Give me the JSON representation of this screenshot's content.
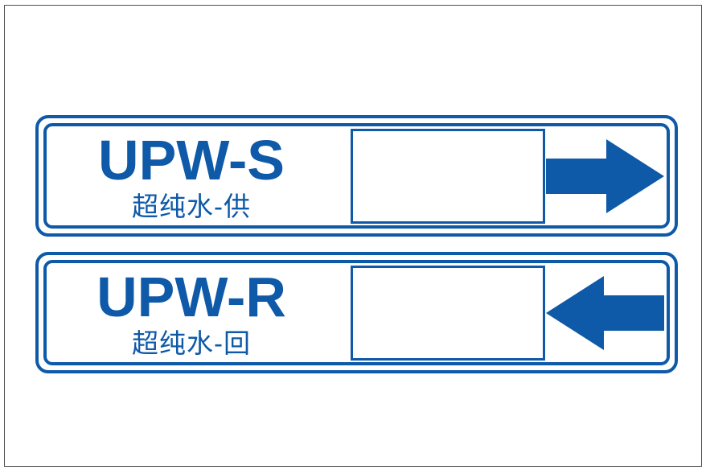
{
  "sheet": {
    "background": "#ffffff",
    "border_color": "#4d4d4d"
  },
  "colors": {
    "label_blue": "#0E59A8"
  },
  "labels": [
    {
      "code": "UPW-S",
      "chinese_name": "超纯水-供",
      "arrow_direction": "right"
    },
    {
      "code": "UPW-R",
      "chinese_name": "超纯水-回",
      "arrow_direction": "left"
    }
  ]
}
